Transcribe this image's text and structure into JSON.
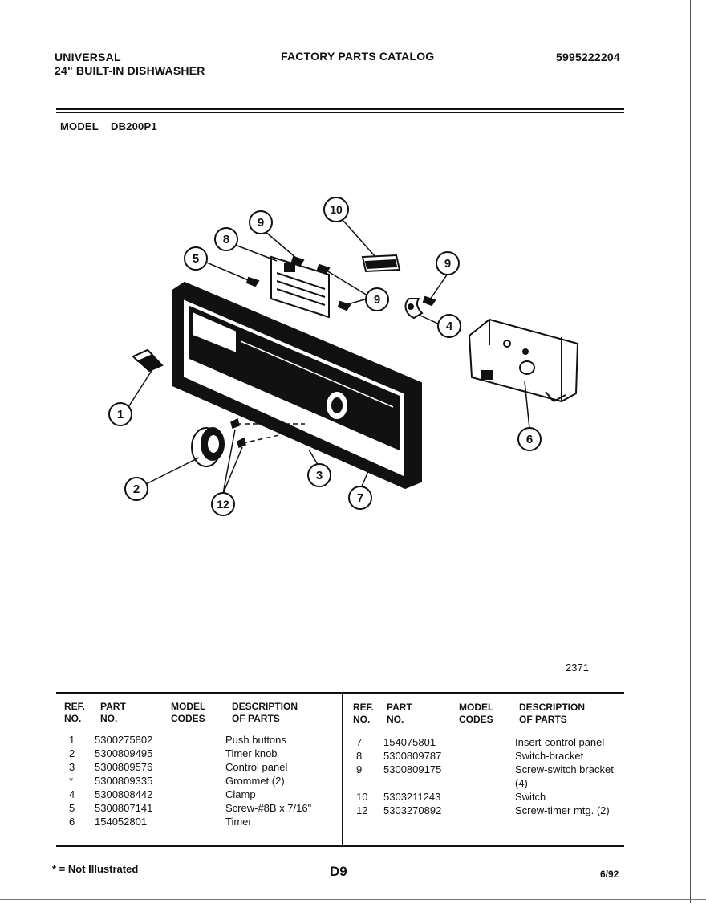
{
  "header": {
    "brand": "UNIVERSAL",
    "product": "24\" BUILT-IN DISHWASHER",
    "catalog_title": "FACTORY PARTS CATALOG",
    "catalog_number": "5995222204",
    "model_label": "MODEL",
    "model_value": "DB200P1"
  },
  "diagram": {
    "figure_number": "2371",
    "callouts": [
      "1",
      "2",
      "3",
      "4",
      "5",
      "6",
      "7",
      "8",
      "9",
      "9",
      "9",
      "10",
      "12"
    ]
  },
  "table": {
    "headers": {
      "ref_no": [
        "REF.",
        "NO."
      ],
      "part_no": [
        "PART",
        "NO."
      ],
      "model_codes": [
        "MODEL",
        "CODES"
      ],
      "description": [
        "DESCRIPTION",
        "OF PARTS"
      ]
    },
    "left_rows": [
      {
        "ref": "1",
        "part": "5300275802",
        "codes": "",
        "desc": "Push buttons"
      },
      {
        "ref": "2",
        "part": "5300809495",
        "codes": "",
        "desc": "Timer knob"
      },
      {
        "ref": "3",
        "part": "5300809576",
        "codes": "",
        "desc": "Control panel"
      },
      {
        "ref": "*",
        "part": "5300809335",
        "codes": "",
        "desc": "Grommet (2)"
      },
      {
        "ref": "4",
        "part": "5300808442",
        "codes": "",
        "desc": "Clamp"
      },
      {
        "ref": "5",
        "part": "5300807141",
        "codes": "",
        "desc": "Screw-#8B x 7/16\""
      },
      {
        "ref": "6",
        "part": "154052801",
        "codes": "",
        "desc": "Timer"
      }
    ],
    "right_rows": [
      {
        "ref": "7",
        "part": "154075801",
        "codes": "",
        "desc": "Insert-control panel"
      },
      {
        "ref": "8",
        "part": "5300809787",
        "codes": "",
        "desc": "Switch-bracket"
      },
      {
        "ref": "9",
        "part": "5300809175",
        "codes": "",
        "desc": "Screw-switch bracket"
      },
      {
        "ref": "",
        "part": "",
        "codes": "",
        "desc": "(4)"
      },
      {
        "ref": "10",
        "part": "5303211243",
        "codes": "",
        "desc": "Switch"
      },
      {
        "ref": "12",
        "part": "5303270892",
        "codes": "",
        "desc": "Screw-timer mtg. (2)"
      }
    ]
  },
  "footer": {
    "note": "* = Not Illustrated",
    "page_code": "D9",
    "date": "6/92"
  }
}
